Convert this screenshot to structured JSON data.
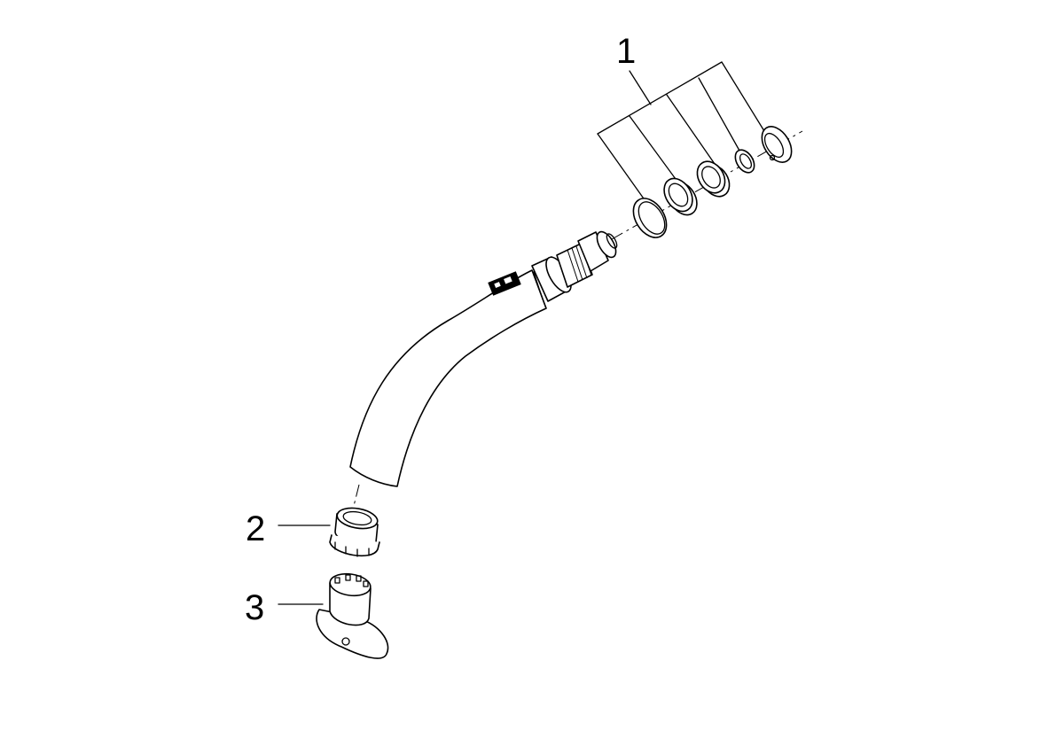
{
  "callouts": [
    {
      "label": "1"
    },
    {
      "label": "2"
    },
    {
      "label": "3"
    }
  ],
  "line_color": "#000000",
  "background": "#ffffff"
}
